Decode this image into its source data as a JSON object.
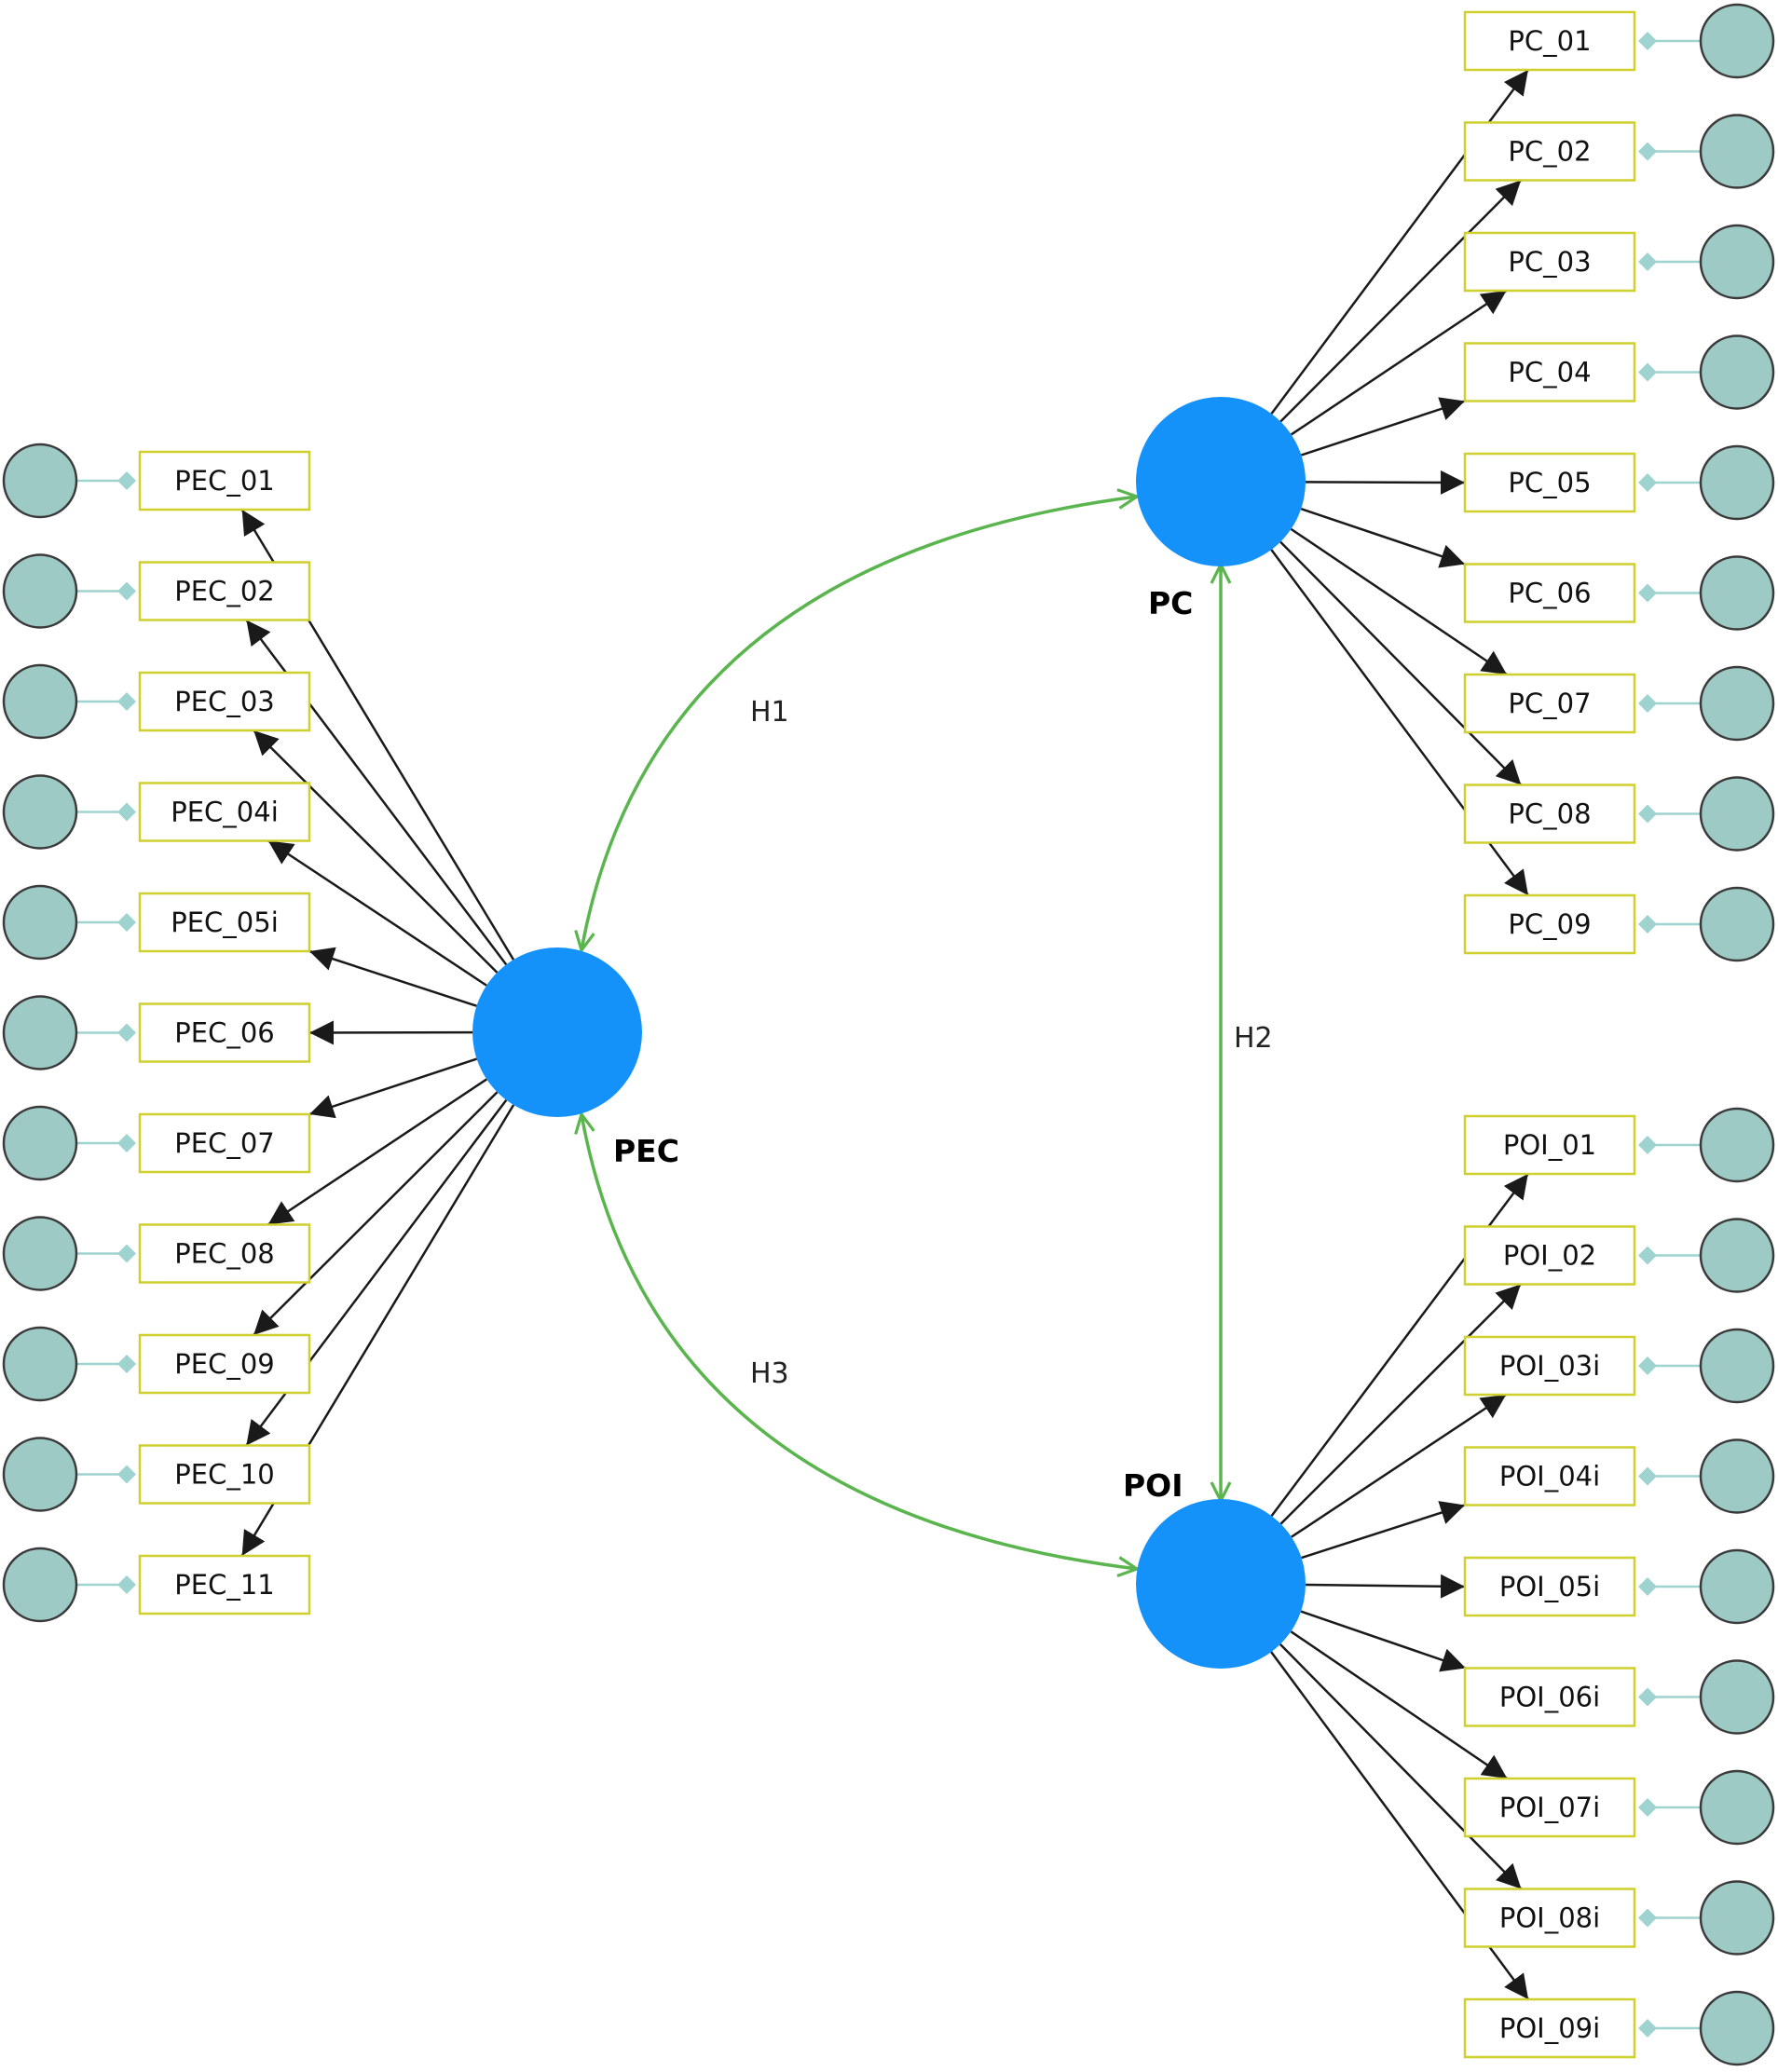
{
  "colors": {
    "latent_fill": "#1592fa",
    "indicator_border": "#cfcf2e",
    "error_fill": "#9ecac6",
    "error_stroke": "#3a3a3a",
    "error_link": "#9fd3cf",
    "loading_line": "#1a1a1a",
    "path_line": "#5bb54e"
  },
  "latent": {
    "pec": {
      "label": "PEC"
    },
    "pc": {
      "label": "PC"
    },
    "poi": {
      "label": "POI"
    }
  },
  "paths": {
    "h1": {
      "label": "H1",
      "from": "PEC",
      "to": "PC",
      "bidirectional": true
    },
    "h2": {
      "label": "H2",
      "from": "PC",
      "to": "POI",
      "bidirectional": true
    },
    "h3": {
      "label": "H3",
      "from": "PEC",
      "to": "POI",
      "bidirectional": true
    }
  },
  "indicators": {
    "pec": [
      "PEC_01",
      "PEC_02",
      "PEC_03",
      "PEC_04i",
      "PEC_05i",
      "PEC_06",
      "PEC_07",
      "PEC_08",
      "PEC_09",
      "PEC_10",
      "PEC_11"
    ],
    "pc": [
      "PC_01",
      "PC_02",
      "PC_03",
      "PC_04",
      "PC_05",
      "PC_06",
      "PC_07",
      "PC_08",
      "PC_09"
    ],
    "poi": [
      "POI_01",
      "POI_02",
      "POI_03i",
      "POI_04i",
      "POI_05i",
      "POI_06i",
      "POI_07i",
      "POI_08i",
      "POI_09i"
    ]
  }
}
